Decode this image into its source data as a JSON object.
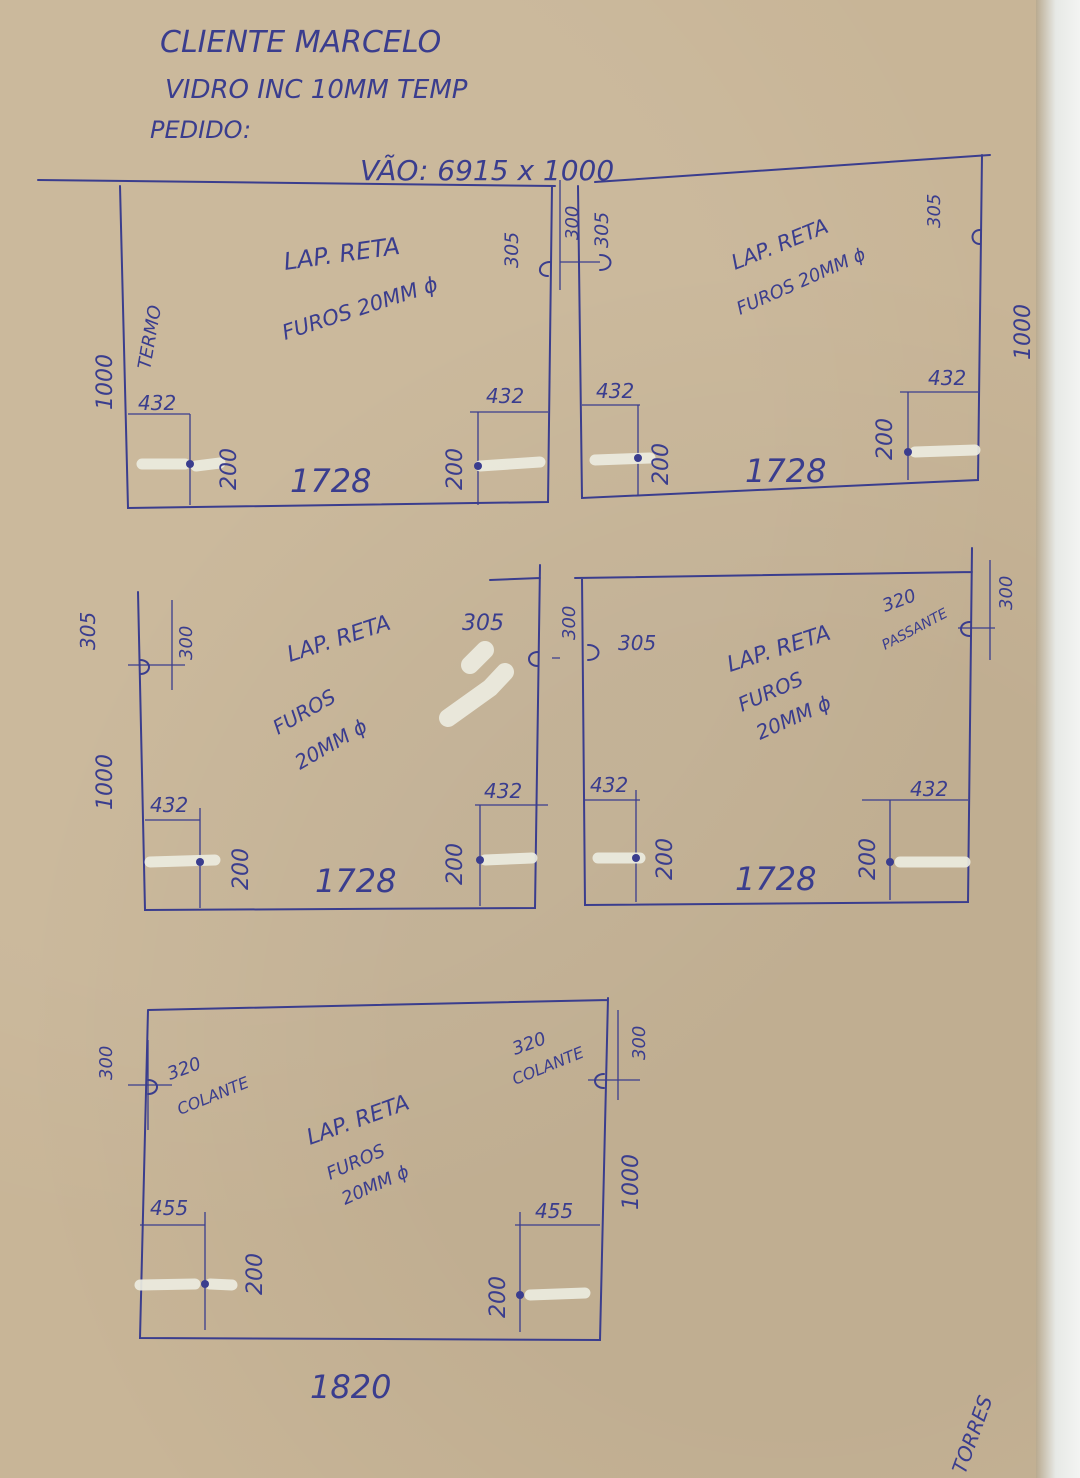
{
  "header": {
    "client": "CLIENTE MARCELO",
    "glass": "VIDRO INC 10MM TEMP",
    "order": "PEDIDO:",
    "span": "VÃO: 6915 x 1000"
  },
  "labels": {
    "lap_reta": "LAP. RETA",
    "lap_reta_plain": "LAP RETA",
    "furos": "FUROS",
    "furos_20mm": "FUROS 20MM ϕ",
    "size_20mm": "20MM ϕ",
    "termo": "TERMO",
    "passante": "PASSANTE",
    "colante": "COLANTE"
  },
  "dims": {
    "w1728": "1728",
    "w1820": "1820",
    "h1000": "1000",
    "d432": "432",
    "d455": "455",
    "d200": "200",
    "d300": "300",
    "d305": "305",
    "d320": "320"
  },
  "signature": "TORRES",
  "colors": {
    "ink": "#3a3d8e",
    "paper": "#c8b597",
    "correction": "#ecebdf"
  }
}
